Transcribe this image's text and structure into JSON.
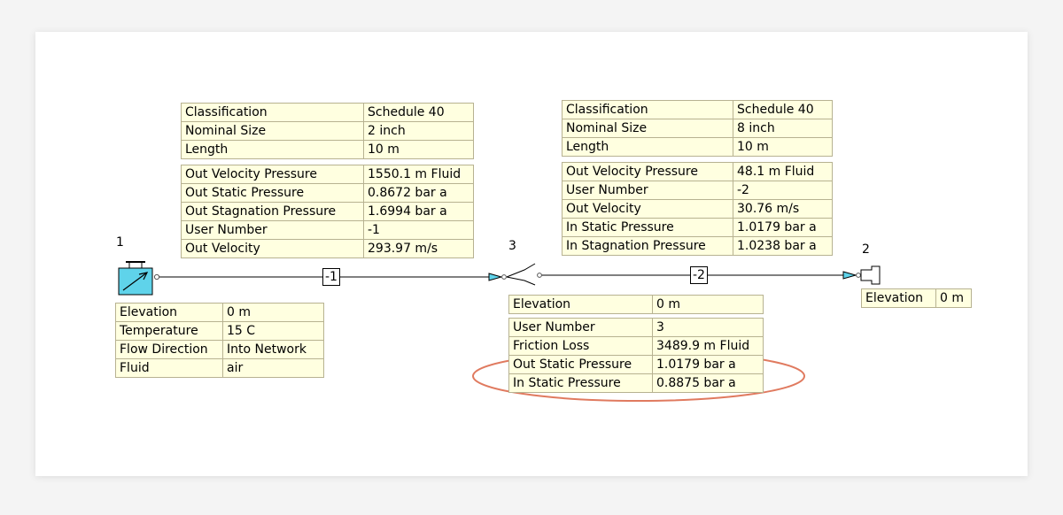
{
  "nodes": {
    "node1": {
      "label": "1",
      "props": [
        [
          "Elevation",
          "0 m"
        ],
        [
          "Temperature",
          "15 C"
        ],
        [
          "Flow Direction",
          "Into Network"
        ],
        [
          "Fluid",
          "air"
        ]
      ]
    },
    "node2": {
      "label": "2",
      "props": [
        [
          "Elevation",
          "0 m"
        ]
      ]
    },
    "node3": {
      "label": "3",
      "props_top": [
        [
          "Elevation",
          "0 m"
        ]
      ],
      "props_bottom": [
        [
          "User Number",
          "3"
        ],
        [
          "Friction Loss",
          "3489.9 m Fluid"
        ],
        [
          "Out Static Pressure",
          "1.0179 bar a"
        ],
        [
          "In Static Pressure",
          "0.8875 bar a"
        ]
      ]
    }
  },
  "pipes": {
    "pipe1": {
      "label": "-1",
      "props_top": [
        [
          "Classification",
          "Schedule 40"
        ],
        [
          "Nominal Size",
          "2 inch"
        ],
        [
          "Length",
          "10 m"
        ]
      ],
      "props_bottom": [
        [
          "Out Velocity Pressure",
          "1550.1 m Fluid"
        ],
        [
          "Out Static Pressure",
          "0.8672 bar a"
        ],
        [
          "Out Stagnation Pressure",
          "1.6994 bar a"
        ],
        [
          "User Number",
          "-1"
        ],
        [
          "Out Velocity",
          "293.97 m/s"
        ]
      ]
    },
    "pipe2": {
      "label": "-2",
      "props_top": [
        [
          "Classification",
          "Schedule 40"
        ],
        [
          "Nominal Size",
          "8 inch"
        ],
        [
          "Length",
          "10 m"
        ]
      ],
      "props_bottom": [
        [
          "Out Velocity Pressure",
          "48.1 m Fluid"
        ],
        [
          "User Number",
          "-2"
        ],
        [
          "Out Velocity",
          "30.76 m/s"
        ],
        [
          "In Static Pressure",
          "1.0179 bar a"
        ],
        [
          "In Stagnation Pressure",
          "1.0238 bar a"
        ]
      ]
    }
  },
  "icons": {
    "source": "pressure-source-icon",
    "expander": "pipe-expander-icon",
    "outlet": "outlet-icon",
    "flow_arrow": "flow-direction-arrow-icon"
  },
  "colors": {
    "table_bg": "#ffffe0",
    "table_border": "#b7b291",
    "source_fill": "#5fd3ea",
    "arrow_fill": "#5fd3ea",
    "highlight": "#e07a5f"
  }
}
